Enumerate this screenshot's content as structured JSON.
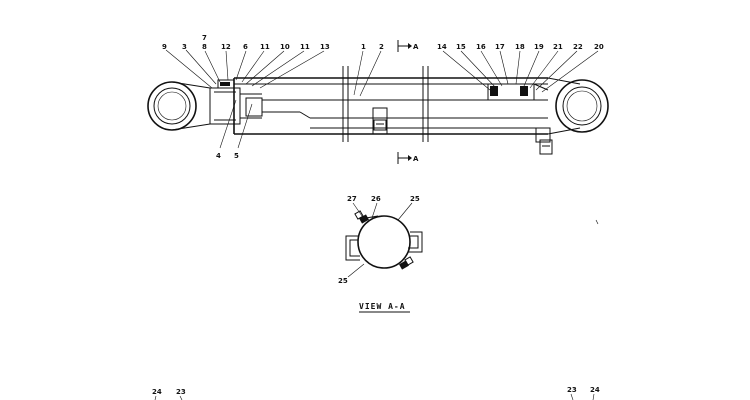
{
  "drawing": {
    "part_numbers_top": [
      "9",
      "3",
      "8",
      "7",
      "12",
      "6",
      "11",
      "10",
      "11",
      "13",
      "1",
      "2",
      "14",
      "15",
      "16",
      "17",
      "18",
      "19",
      "21",
      "22",
      "20"
    ],
    "part_numbers_bottom": [
      "4",
      "5"
    ],
    "section_marker": "A",
    "section_view": {
      "title": "VIEW A-A",
      "labels": [
        "27",
        "26",
        "25",
        "25"
      ]
    },
    "bottom_left_labels": [
      "24",
      "23"
    ],
    "bottom_right_labels": [
      "23",
      "24"
    ]
  }
}
